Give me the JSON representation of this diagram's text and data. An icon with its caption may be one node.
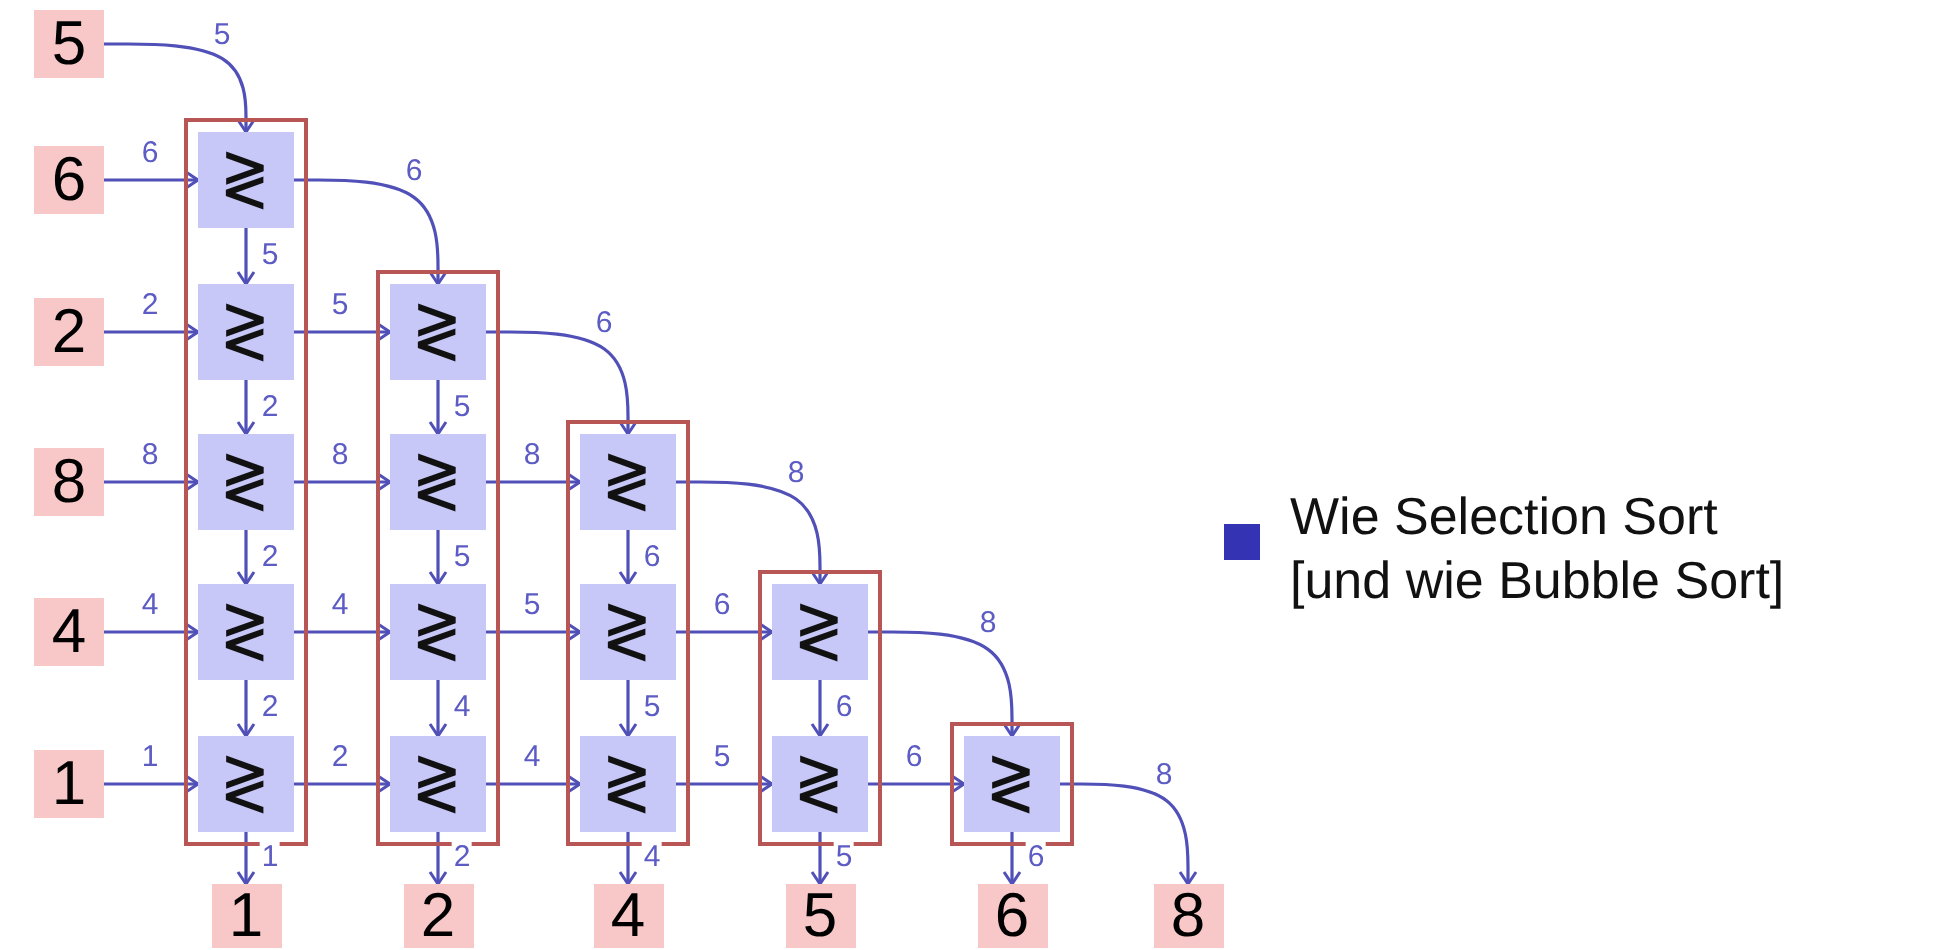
{
  "diagram": {
    "nodes": [
      {
        "text": [
          "5"
        ]
      },
      {
        "text": [
          "6"
        ]
      },
      {
        "text": [
          "2"
        ]
      },
      {
        "text": [
          "8"
        ]
      },
      {
        "text": [
          "4"
        ]
      },
      {
        "text": [
          "1"
        ]
      },
      {
        "text": [],
        "shape": "box"
      },
      {
        "text": [
          "≷"
        ],
        "in": 6
      },
      {
        "text": [
          "≷"
        ],
        "in": 6
      },
      {
        "text": [
          "≷"
        ],
        "in": 6
      },
      {
        "text": [
          "≷"
        ],
        "in": 6
      },
      {
        "text": [
          "≷"
        ],
        "in": 6
      },
      {
        "text": [],
        "shape": "box"
      },
      {
        "text": [
          "≷"
        ],
        "in": 12
      },
      {
        "text": [
          "≷"
        ],
        "in": 12
      },
      {
        "text": [
          "≷"
        ],
        "in": 12
      },
      {
        "text": [
          "≷"
        ],
        "in": 12
      },
      {
        "text": [],
        "shape": "box"
      },
      {
        "text": [
          "≷"
        ],
        "in": 17
      },
      {
        "text": [
          "≷"
        ],
        "in": 17
      },
      {
        "text": [
          "≷"
        ],
        "in": 17
      },
      {
        "text": [],
        "shape": "box"
      },
      {
        "text": [
          "≷"
        ],
        "in": 21
      },
      {
        "text": [
          "≷"
        ],
        "in": 21
      },
      {
        "text": [],
        "shape": "box"
      },
      {
        "text": [
          "≷"
        ],
        "in": 24
      },
      {
        "text": [
          "1"
        ]
      },
      {
        "text": [
          "2"
        ]
      },
      {
        "text": [
          "4"
        ]
      },
      {
        "text": [
          "5"
        ]
      },
      {
        "text": [
          "6"
        ]
      },
      {
        "text": [
          "8"
        ]
      }
    ],
    "edges": [
      {
        "from": 0,
        "to": 7,
        "label": "5",
        "arrow": "to"
      },
      {
        "from": 1,
        "to": 7,
        "label": "6",
        "arrow": "to"
      },
      {
        "from": 2,
        "to": 8,
        "label": "2",
        "arrow": "to"
      },
      {
        "from": 3,
        "to": 9,
        "label": "8",
        "arrow": "to"
      },
      {
        "from": 4,
        "to": 10,
        "label": "4",
        "arrow": "to"
      },
      {
        "from": 5,
        "to": 11,
        "label": "1",
        "arrow": "to"
      },
      {
        "from": 7,
        "to": 8,
        "label": "5",
        "arrow": "to"
      },
      {
        "from": 8,
        "to": 9,
        "label": "2",
        "arrow": "to"
      },
      {
        "from": 9,
        "to": 10,
        "label": "2",
        "arrow": "to"
      },
      {
        "from": 10,
        "to": 11,
        "label": "2",
        "arrow": "to"
      },
      {
        "from": 11,
        "to": 26,
        "label": "1",
        "arrow": "to"
      },
      {
        "from": 7,
        "to": 13,
        "label": "6",
        "arrow": "to"
      },
      {
        "from": 8,
        "to": 13,
        "label": "5",
        "arrow": "to"
      },
      {
        "from": 9,
        "to": 14,
        "label": "8",
        "arrow": "to"
      },
      {
        "from": 10,
        "to": 15,
        "label": "4",
        "arrow": "to"
      },
      {
        "from": 11,
        "to": 16,
        "label": "2",
        "arrow": "to"
      },
      {
        "from": 13,
        "to": 14,
        "label": "5",
        "arrow": "to"
      },
      {
        "from": 14,
        "to": 15,
        "label": "5",
        "arrow": "to"
      },
      {
        "from": 15,
        "to": 16,
        "label": "4",
        "arrow": "to"
      },
      {
        "from": 16,
        "to": 27,
        "label": "2",
        "arrow": "to"
      },
      {
        "from": 13,
        "to": 18,
        "label": "6",
        "arrow": "to"
      },
      {
        "from": 14,
        "to": 18,
        "label": "8",
        "arrow": "to"
      },
      {
        "from": 15,
        "to": 19,
        "label": "5",
        "arrow": "to"
      },
      {
        "from": 16,
        "to": 20,
        "label": "4",
        "arrow": "to"
      },
      {
        "from": 18,
        "to": 19,
        "label": "6",
        "arrow": "to"
      },
      {
        "from": 19,
        "to": 20,
        "label": "5",
        "arrow": "to"
      },
      {
        "from": 20,
        "to": 28,
        "label": "4",
        "arrow": "to"
      },
      {
        "from": 18,
        "to": 22,
        "label": "8",
        "arrow": "to"
      },
      {
        "from": 19,
        "to": 22,
        "label": "6",
        "arrow": "to"
      },
      {
        "from": 20,
        "to": 23,
        "label": "5",
        "arrow": "to"
      },
      {
        "from": 22,
        "to": 23,
        "label": "6",
        "arrow": "to"
      },
      {
        "from": 23,
        "to": 29,
        "label": "5",
        "arrow": "to"
      },
      {
        "from": 22,
        "to": 25,
        "label": "8",
        "arrow": "to"
      },
      {
        "from": 23,
        "to": 25,
        "label": "6",
        "arrow": "to"
      },
      {
        "from": 25,
        "to": 30,
        "label": "6",
        "arrow": "to"
      },
      {
        "from": 25,
        "to": 31,
        "label": "8",
        "arrow": "to"
      }
    ],
    "labels": [
      "Wie Selection Sort [und wie Bubble Sort]"
    ]
  }
}
